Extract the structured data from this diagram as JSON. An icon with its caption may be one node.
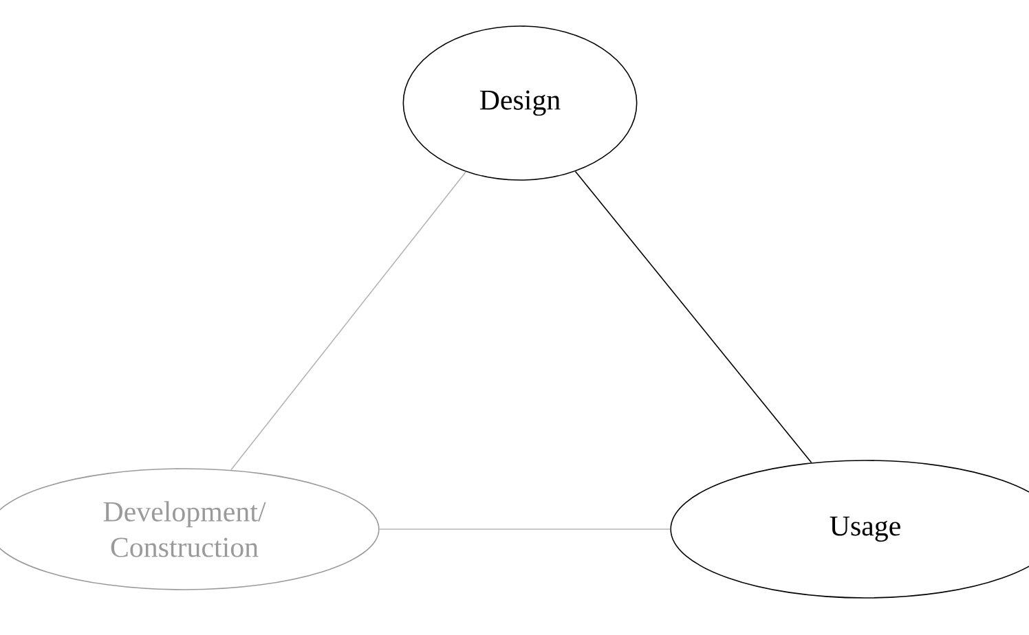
{
  "diagram": {
    "nodes": [
      {
        "text": [
          "Design"
        ]
      },
      {
        "text": [
          "Development/ Construction"
        ]
      },
      {
        "text": [
          "Usage"
        ]
      }
    ],
    "edges": [
      {
        "from": 0,
        "to": 1,
        "arrow": "none",
        "color": "#b4b4b4"
      },
      {
        "from": 1,
        "to": 2,
        "arrow": "none",
        "color": "#b4b4b4"
      },
      {
        "from": 0,
        "to": 2,
        "arrow": "none",
        "color": "#000000"
      }
    ]
  }
}
